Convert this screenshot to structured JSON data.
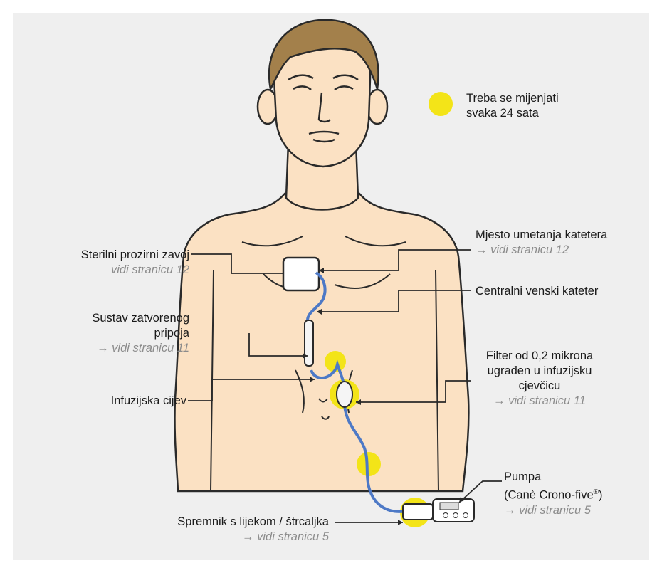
{
  "legend": {
    "text_line1": "Treba se mijenjati",
    "text_line2": "svaka 24 sata",
    "dot_color": "#f3e418"
  },
  "labels": {
    "dressing": {
      "title": "Sterilni prozirni zavoj",
      "ref": "vidi stranicu 12"
    },
    "closed_system": {
      "line1": "Sustav zatvorenog",
      "line2": "pripoja",
      "ref": "→ vidi stranicu 11"
    },
    "infusion_tube": {
      "title": "Infuzijska cijev"
    },
    "reservoir": {
      "title": "Spremnik s lijekom / štrcaljka",
      "ref": "→ vidi stranicu 5"
    },
    "insertion_site": {
      "title": "Mjesto umetanja katetera",
      "ref": "→ vidi stranicu 12"
    },
    "cvc": {
      "title": "Centralni venski kateter"
    },
    "filter": {
      "line1": "Filter od 0,2 mikrona",
      "line2": "ugrađen u infuzijsku",
      "line3": "cjevčicu",
      "ref": "→ vidi stranicu 11"
    },
    "pump": {
      "line1": "Pumpa",
      "line2": "(Canè Crono-five",
      "reg": "®",
      "line2_end": ")",
      "ref": "→ vidi stranicu 5"
    }
  },
  "colors": {
    "skin": "#fbe1c3",
    "hair": "#a3804b",
    "tube": "#4d79c6",
    "line": "#2a2a2a",
    "ref_text": "#8c8c8c"
  }
}
